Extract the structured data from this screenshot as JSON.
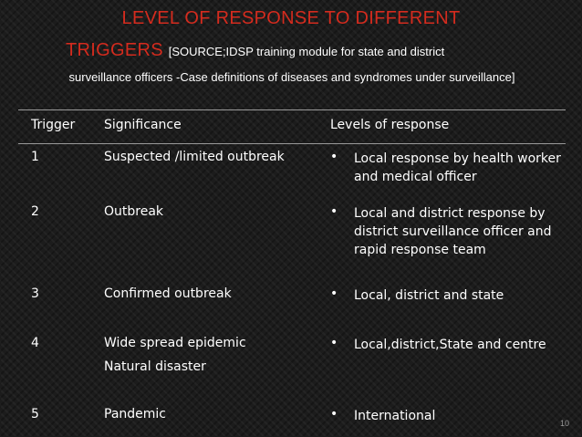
{
  "title": {
    "line1": "LEVEL OF RESPONSE TO DIFFERENT",
    "line2": "TRIGGERS",
    "source_inline": "[SOURCE;IDSP training module for state and district",
    "source_rest": "surveillance officers -Case definitions of diseases and syndromes under surveillance]"
  },
  "table": {
    "headers": [
      "Trigger",
      "Significance",
      "Levels of response"
    ],
    "rows": [
      {
        "trigger": "1",
        "significance": [
          "Suspected /limited outbreak"
        ],
        "response": "Local response by health worker and medical officer"
      },
      {
        "trigger": "2",
        "significance": [
          "Outbreak"
        ],
        "response": "Local and district response by district surveillance officer and rapid response team"
      },
      {
        "trigger": "3",
        "significance": [
          "Confirmed outbreak"
        ],
        "response": "Local, district and state"
      },
      {
        "trigger": "4",
        "significance": [
          "Wide spread epidemic",
          "Natural disaster"
        ],
        "response": "Local,district,State and centre"
      },
      {
        "trigger": "5",
        "significance": [
          "Pandemic"
        ],
        "response": "International"
      }
    ]
  },
  "bullet_char": "•",
  "page_number": "10",
  "colors": {
    "title": "#d42b1e",
    "text": "#ffffff",
    "rule": "#9a9a9a"
  }
}
